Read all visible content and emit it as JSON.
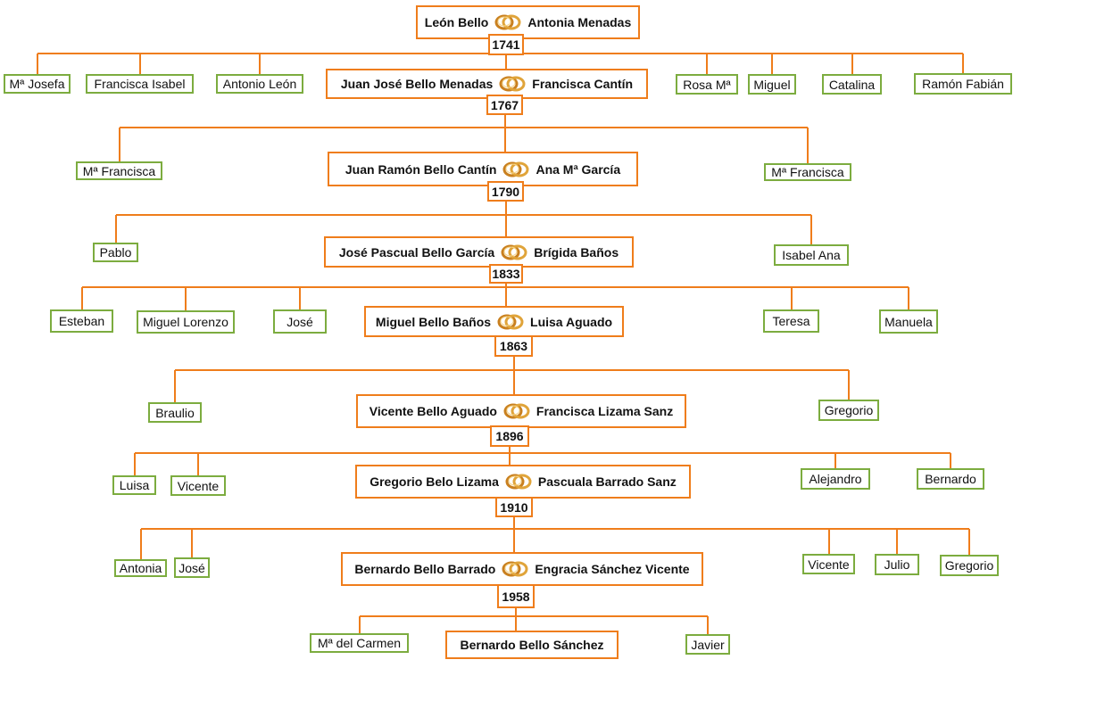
{
  "colors": {
    "line": "#ef7d1b",
    "couple_border": "#ef7d1b",
    "child_border": "#7cac3f"
  },
  "ring_icon": "wedding-rings-icon",
  "generations": [
    {
      "husband": "León Bello",
      "wife": "Antonia Menadas",
      "year": "1741",
      "children": [
        "Mª Josefa",
        "Francisca Isabel",
        "Antonio León",
        "Rosa Mª",
        "Miguel",
        "Catalina",
        "Ramón Fabián"
      ]
    },
    {
      "husband": "Juan José Bello Menadas",
      "wife": "Francisca Cantín",
      "year": "1767",
      "children": [
        "Mª Francisca",
        "Mª Francisca"
      ]
    },
    {
      "husband": "Juan Ramón Bello Cantín",
      "wife": "Ana Mª García",
      "year": "1790",
      "children": [
        "Pablo",
        "Isabel Ana"
      ]
    },
    {
      "husband": "José Pascual Bello García",
      "wife": "Brígida Baños",
      "year": "1833",
      "children": [
        "Esteban",
        "Miguel Lorenzo",
        "José",
        "Teresa",
        "Manuela"
      ]
    },
    {
      "husband": "Miguel Bello Baños",
      "wife": "Luisa Aguado",
      "year": "1863",
      "children": [
        "Braulio",
        "Gregorio"
      ]
    },
    {
      "husband": "Vicente Bello Aguado",
      "wife": "Francisca Lizama Sanz",
      "year": "1896",
      "children": [
        "Luisa",
        "Vicente",
        "Alejandro",
        "Bernardo"
      ]
    },
    {
      "husband": "Gregorio Belo Lizama",
      "wife": "Pascuala Barrado Sanz",
      "year": "1910",
      "children": [
        "Antonia",
        "José",
        "Vicente",
        "Julio",
        "Gregorio"
      ]
    },
    {
      "husband": "Bernardo Bello Barrado",
      "wife": "Engracia Sánchez Vicente",
      "year": "1958",
      "children": [
        "Mª del Carmen",
        "Javier"
      ]
    }
  ],
  "final_person": "Bernardo Bello Sánchez"
}
